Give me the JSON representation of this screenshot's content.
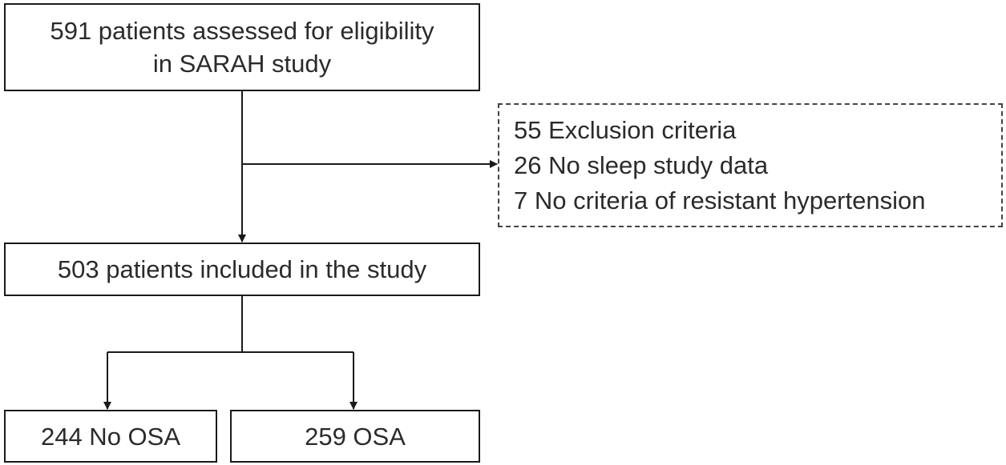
{
  "boxes": {
    "assessed": {
      "lines": [
        "591 patients assessed for eligibility",
        "in SARAH study"
      ]
    },
    "excluded": {
      "lines": [
        "55 Exclusion criteria",
        "26 No sleep study data",
        "7 No criteria of resistant hypertension"
      ]
    },
    "included": {
      "lines": [
        "503 patients included in the study"
      ]
    },
    "no_osa": {
      "lines": [
        "244 No OSA"
      ]
    },
    "osa": {
      "lines": [
        "259 OSA"
      ]
    }
  },
  "colors": {
    "border": "#1a1a1a",
    "dashed_border": "#444444",
    "text": "#2b2b2b",
    "connector": "#1a1a1a"
  }
}
